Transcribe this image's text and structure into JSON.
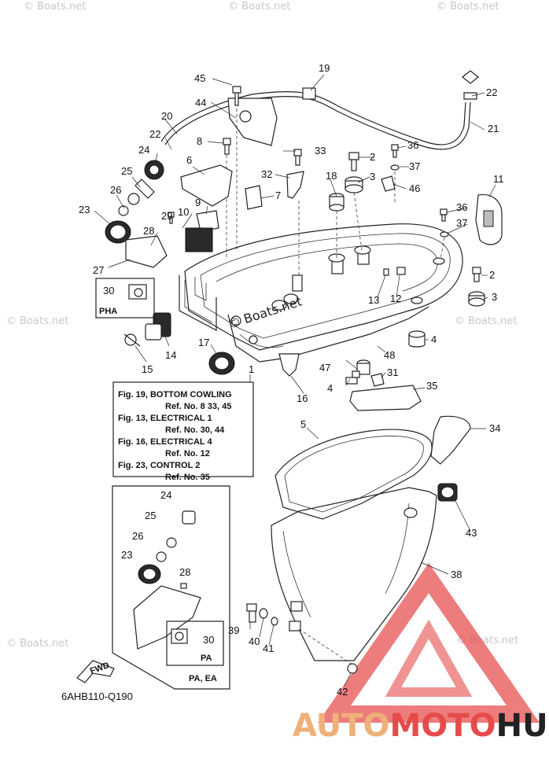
{
  "diagram_code": "6AHB110-Q190",
  "fwd_label": "FWD",
  "center_watermark": "© Boats.net",
  "edge_watermarks": [
    "© Boats.net",
    "© Boats.net",
    "© Boats.net",
    "© Boats.net",
    "© Boats.net",
    "© Boats.net",
    "© Boats.net"
  ],
  "logo": {
    "part1": "AUTO",
    "part2": "MOTO",
    "part3": "HUB"
  },
  "variant_labels": {
    "pha": "PHA",
    "pa_inner": "PA",
    "pa_ea": "PA, EA"
  },
  "reference_box": {
    "lines": [
      "Fig. 19, BOTTOM COWLING",
      "Ref. No. 8  33, 45",
      "Fig. 13, ELECTRICAL 1",
      "Ref. No. 30, 44",
      "Fig. 16, ELECTRICAL 4",
      "Ref. No. 12",
      "Fig. 23, CONTROL 2",
      "Ref. No. 35"
    ]
  },
  "callouts": {
    "c1": "1",
    "c2a": "2",
    "c2b": "2",
    "c3a": "3",
    "c3b": "3",
    "c4a": "4",
    "c4b": "4",
    "c5": "5",
    "c6": "6",
    "c7": "7",
    "c8": "8",
    "c9": "9",
    "c10": "10",
    "c11": "11",
    "c12": "12",
    "c13": "13",
    "c14": "14",
    "c15": "15",
    "c16": "16",
    "c17": "17",
    "c18": "18",
    "c19": "19",
    "c20": "20",
    "c21": "21",
    "c22a": "22",
    "c22b": "22",
    "c23a": "23",
    "c23b": "23",
    "c24a": "24",
    "c24b": "24",
    "c25a": "25",
    "c25b": "25",
    "c26a": "26",
    "c26b": "26",
    "c27": "27",
    "c28a": "28",
    "c28b": "28",
    "c29": "29",
    "c30a": "30",
    "c30b": "30",
    "c31": "31",
    "c32": "32",
    "c33": "33",
    "c34": "34",
    "c35": "35",
    "c36a": "36",
    "c36b": "36",
    "c37a": "37",
    "c37b": "37",
    "c38": "38",
    "c39": "39",
    "c40": "40",
    "c41": "41",
    "c42": "42",
    "c43": "43",
    "c44": "44",
    "c45": "45",
    "c46": "46",
    "c47": "47",
    "c48": "48"
  },
  "colors": {
    "line": "#222222",
    "watermark": "#c8c8c8",
    "logo_triangle": "#e64b4b",
    "logo_auto": "#f0b07a"
  }
}
